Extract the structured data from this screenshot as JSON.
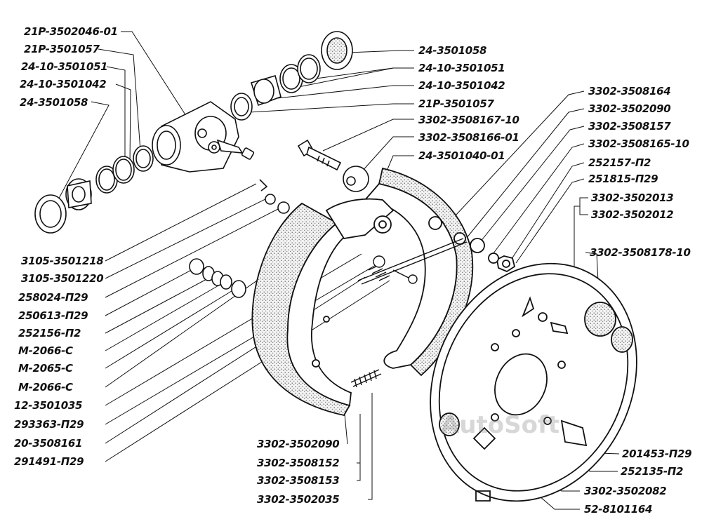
{
  "labels": {
    "l01": "21P-3502046-01",
    "l02": "21P-3501057",
    "l03": "24-10-3501051",
    "l04": "24-10-3501042",
    "l05": "24-3501058",
    "r01": "24-3501058",
    "r02": "24-10-3501051",
    "r03": "24-10-3501042",
    "r04": "21P-3501057",
    "r05": "3302-3508167-10",
    "r06": "3302-3508166-01",
    "r07": "24-3501040-01",
    "c01": "3302-3508164",
    "c02": "3302-3502090",
    "c03": "3302-3508157",
    "c04": "3302-3508165-10",
    "c05": "252157-П2",
    "c06": "251815-П29",
    "c07": "3302-3502013",
    "c08": "3302-3502012",
    "c09": "3302-3508178-10",
    "b01": "3105-3501218",
    "b02": "3105-3501220",
    "b03": "258024-П29",
    "b04": "250613-П29",
    "b05": "252156-П2",
    "b06": "М-2066-С",
    "b07": "М-2065-С",
    "b08": "М-2066-С",
    "b09": "12-3501035",
    "b10": "293363-П29",
    "b11": "20-3508161",
    "b12": "291491-П29",
    "m01": "3302-3502090",
    "m02": "3302-3508152",
    "m03": "3302-3508153",
    "m04": "3302-3502035",
    "d01": "201453-П29",
    "d02": "252135-П2",
    "d03": "3302-3502082",
    "d04": "52-8101164"
  },
  "watermark": "AutoSoft"
}
